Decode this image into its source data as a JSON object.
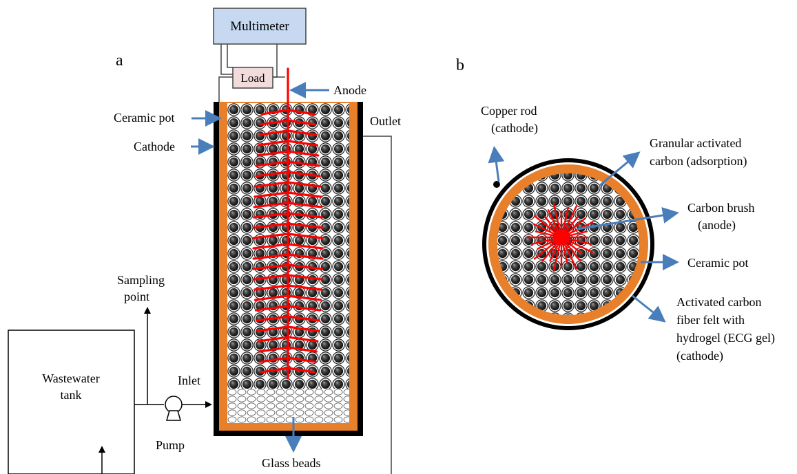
{
  "panel_a": {
    "letter": "a",
    "multimeter": "Multimeter",
    "load": "Load",
    "anode": "Anode",
    "ceramic_pot": "Ceramic pot",
    "cathode": "Cathode",
    "outlet": "Outlet",
    "sampling_point_line1": "Sampling",
    "sampling_point_line2": "point",
    "wastewater_tank_line1": "Wastewater",
    "wastewater_tank_line2": "tank",
    "inlet": "Inlet",
    "pump": "Pump",
    "glass_beads": "Glass beads"
  },
  "panel_b": {
    "letter": "b",
    "copper_rod_line1": "Copper rod",
    "copper_rod_line2": "(cathode)",
    "gac_line1": "Granular activated",
    "gac_line2": "carbon (adsorption)",
    "carbon_brush_line1": "Carbon brush",
    "carbon_brush_line2": "(anode)",
    "ceramic_pot": "Ceramic pot",
    "acff_line1": "Activated carbon",
    "acff_line2": "fiber felt with",
    "acff_line3": "hydrogel (ECG gel)",
    "acff_line4": "(cathode)"
  },
  "colors": {
    "arrow_blue": "#4a7ebb",
    "anode_red": "#ff0000",
    "ceramic_orange": "#e87f2a",
    "multimeter_fill": "#c6d9f1",
    "load_fill": "#f2dcdb",
    "granule_dark": "#222222"
  }
}
